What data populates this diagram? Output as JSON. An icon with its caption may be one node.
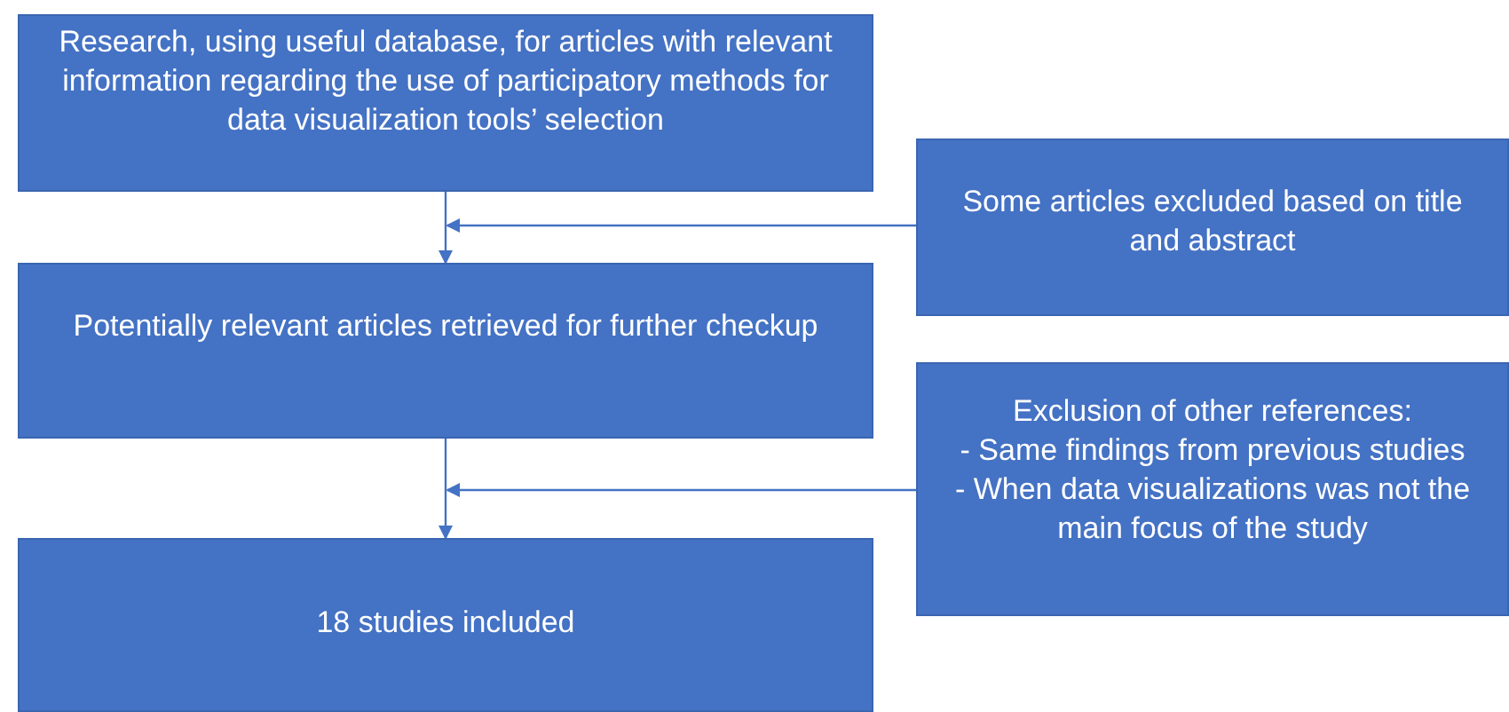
{
  "diagram": {
    "nodes": [
      {
        "text": [
          "Research, using useful database, for articles with relevant information regarding the use of participatory methods for data visualization tools’ selection"
        ]
      },
      {
        "text": [
          "Potentially relevant articles retrieved for further checkup"
        ]
      },
      {
        "text": [
          "18 studies included"
        ]
      },
      {
        "text": [
          "Some articles excluded based on title and abstract"
        ]
      },
      {
        "text": [
          "Exclusion of other references:",
          "-  Same findings from previous studies",
          "-  When data visualizations was not the main focus of the study"
        ]
      }
    ],
    "edges": [
      {
        "from": 0,
        "to": 1,
        "arrow": "to"
      },
      {
        "from": 3,
        "to": 1,
        "arrow": "to"
      },
      {
        "from": 1,
        "to": 2,
        "arrow": "to"
      },
      {
        "from": 4,
        "to": 2,
        "arrow": "to"
      }
    ]
  }
}
